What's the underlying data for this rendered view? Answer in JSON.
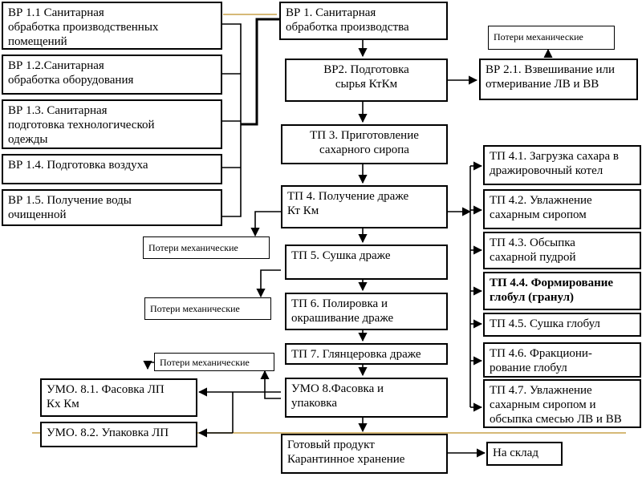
{
  "colors": {
    "accent_line": "#c8a24a",
    "border": "#000000",
    "background": "#ffffff"
  },
  "vr": {
    "vr1_1": "ВР 1.1    Санитарная\nобработка производственных\nпомещений",
    "vr1_2": "ВР 1.2.Санитарная\nобработка оборудования",
    "vr1_3": "ВР 1.3. Санитарная\nподготовка технологической\nодежды",
    "vr1_4": "ВР 1.4.  Подготовка воздуха",
    "vr1_5": "ВР 1.5.    Получение  воды\nочищенной",
    "vr1": "ВР 1.     Санитарная\nобработка производства",
    "vr2": "ВР2.   Подготовка\nсырья  КтКм",
    "vr2_1": "ВР 2.1. Взвешивание или\nотмеривание ЛВ и ВВ"
  },
  "tp": {
    "tp3": "ТП 3.     Приготовление\nсахарного сиропа",
    "tp4": "ТП 4.   Получение драже\nКт Км",
    "tp5": "ТП 5. Сушка драже",
    "tp6": "ТП 6. Полировка и\nокрашивание драже",
    "tp7": "ТП 7. Глянцеровка драже",
    "tp4_1": "ТП 4.1. Загрузка сахара в\nдражировочный котел",
    "tp4_2": "ТП 4.2. Увлажнение\nсахарным сиропом",
    "tp4_3": "ТП 4.3.  Обсыпка\nсахарной пудрой",
    "tp4_4": "ТП 4.4. Формирование\nглобул (гранул)",
    "tp4_5": "ТП 4.5.  Сушка глобул",
    "tp4_6": "ТП 4.6.  Фракциони-\nрование глобул",
    "tp4_7": "ТП 4.7. Увлажнение\nсахарным сиропом и\nобсыпка смесью ЛВ и ВВ"
  },
  "umo": {
    "umo8": "УМО 8.Фасовка и\nупаковка",
    "umo8_1": "УМО. 8.1. Фасовка ЛП\nКх Км",
    "umo8_2": "УМО. 8.2. Упаковка ЛП"
  },
  "final": {
    "product": "Готовый продукт\nКарантинное хранение",
    "warehouse": "На склад"
  },
  "losses": {
    "top": "Потери механические",
    "tp4": "Потери механические",
    "tp5": "Потери механические",
    "tp7": "Потери механические"
  }
}
